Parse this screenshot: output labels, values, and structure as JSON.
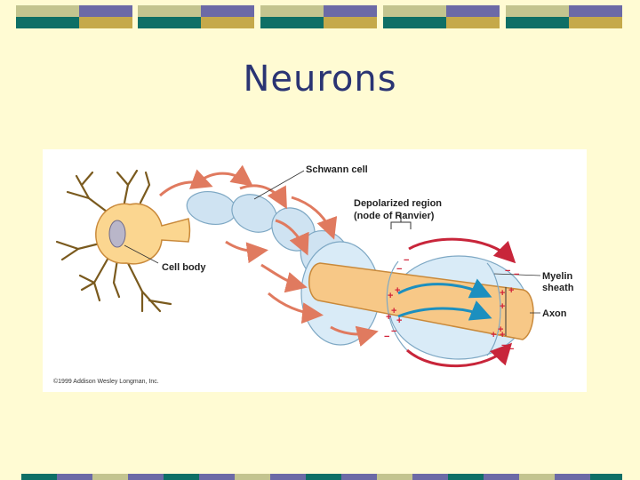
{
  "slide": {
    "title": "Neurons"
  },
  "figure": {
    "labels": {
      "schwann_cell": "Schwann cell",
      "depolarized_region": "Depolarized region",
      "node_of_ranvier": "(node of Ranvier)",
      "cell_body": "Cell body",
      "myelin": "Myelin",
      "sheath": "sheath",
      "axon": "Axon",
      "copyright": "©1999 Addison Wesley Longman, Inc."
    },
    "charges": {
      "plus": "+",
      "minus": "−"
    }
  },
  "colors": {
    "background": "#fffbd3",
    "title": "#2a3473",
    "stripe_sage": "#c3c48f",
    "stripe_purple": "#6c6aa6",
    "stripe_teal": "#0e6f66",
    "stripe_gold": "#c5a94a",
    "schwann_cell": "#cfe3f2",
    "axon": "#f7c887",
    "neuron": "#fbd690",
    "charge": "#d2233a",
    "current_arrow": "#1c8fbf"
  }
}
